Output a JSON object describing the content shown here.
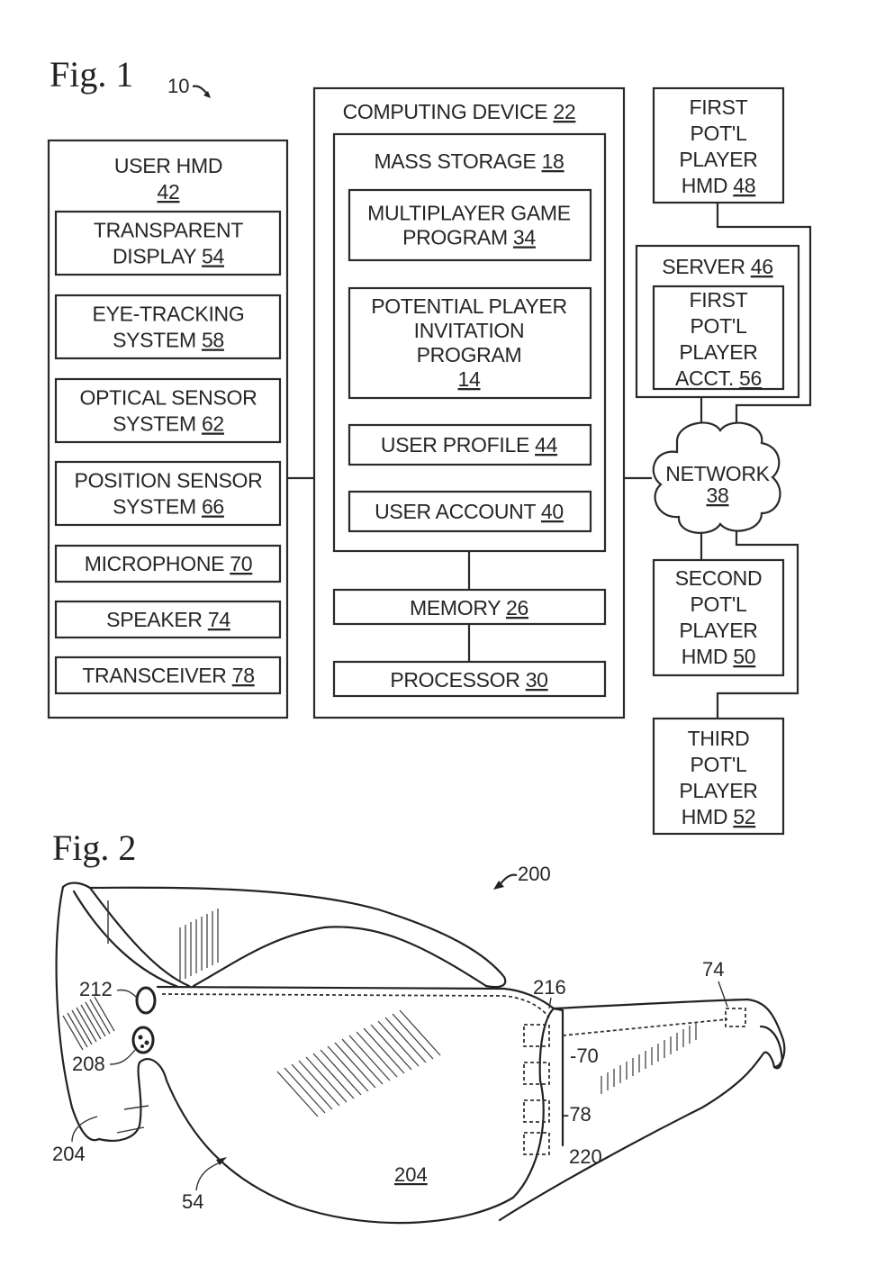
{
  "fig1": {
    "title": "Fig. 1",
    "ref": "10",
    "user_hmd": {
      "title": "USER HMD",
      "ref": "42",
      "components": [
        {
          "lines": [
            "TRANSPARENT",
            "DISPLAY"
          ],
          "ref": "54"
        },
        {
          "lines": [
            "EYE-TRACKING",
            "SYSTEM"
          ],
          "ref": "58"
        },
        {
          "lines": [
            "OPTICAL SENSOR",
            "SYSTEM"
          ],
          "ref": "62"
        },
        {
          "lines": [
            "POSITION SENSOR",
            "SYSTEM"
          ],
          "ref": "66"
        },
        {
          "lines": [
            "MICROPHONE"
          ],
          "ref": "70"
        },
        {
          "lines": [
            "SPEAKER"
          ],
          "ref": "74"
        },
        {
          "lines": [
            "TRANSCEIVER"
          ],
          "ref": "78"
        }
      ]
    },
    "computing_device": {
      "title": "COMPUTING DEVICE",
      "ref": "22",
      "mass_storage": {
        "title": "MASS STORAGE",
        "ref": "18",
        "items": [
          {
            "lines": [
              "MULTIPLAYER GAME",
              "PROGRAM"
            ],
            "ref": "34"
          },
          {
            "lines": [
              "POTENTIAL PLAYER",
              "INVITATION",
              "PROGRAM"
            ],
            "ref": "14"
          },
          {
            "lines": [
              "USER PROFILE"
            ],
            "ref": "44"
          },
          {
            "lines": [
              "USER ACCOUNT"
            ],
            "ref": "40"
          }
        ]
      },
      "memory": {
        "label": "MEMORY",
        "ref": "26"
      },
      "processor": {
        "label": "PROCESSOR",
        "ref": "30"
      }
    },
    "first_hmd": {
      "lines": [
        "FIRST",
        "POT'L",
        "PLAYER",
        "HMD"
      ],
      "ref": "48"
    },
    "server": {
      "title": "SERVER",
      "ref": "46",
      "account": {
        "lines": [
          "FIRST",
          "POT'L",
          "PLAYER",
          "ACCT."
        ],
        "ref": "56"
      }
    },
    "network": {
      "label": "NETWORK",
      "ref": "38"
    },
    "second_hmd": {
      "lines": [
        "SECOND",
        "POT'L",
        "PLAYER",
        "HMD"
      ],
      "ref": "50"
    },
    "third_hmd": {
      "lines": [
        "THIRD",
        "POT'L",
        "PLAYER",
        "HMD"
      ],
      "ref": "52"
    }
  },
  "fig2": {
    "title": "Fig. 2",
    "ref_device": "200",
    "callouts": {
      "sensor_212": "212",
      "camera_208": "208",
      "lens_left": "204",
      "lens_main": "204",
      "display_54": "54",
      "frame_216": "216",
      "speaker_74": "74",
      "microphone_70": "-70",
      "transceiver_78": "-78",
      "controller_220": "220"
    }
  }
}
